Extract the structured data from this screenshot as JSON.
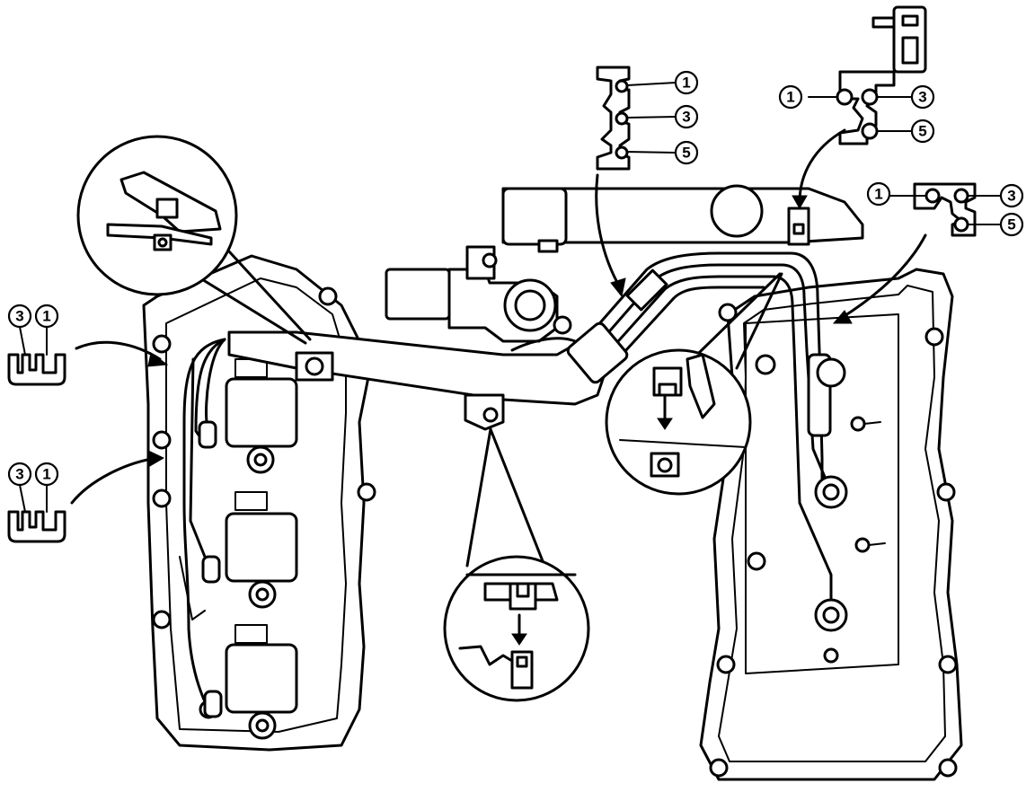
{
  "callouts": {
    "left_upper": {
      "a": "3",
      "b": "1"
    },
    "left_lower": {
      "a": "3",
      "b": "1"
    },
    "top_center": {
      "a": "1",
      "b": "3",
      "c": "5"
    },
    "top_right": {
      "a": "1",
      "b": "3",
      "c": "5"
    },
    "right": {
      "a": "1",
      "b": "3",
      "c": "5"
    }
  }
}
